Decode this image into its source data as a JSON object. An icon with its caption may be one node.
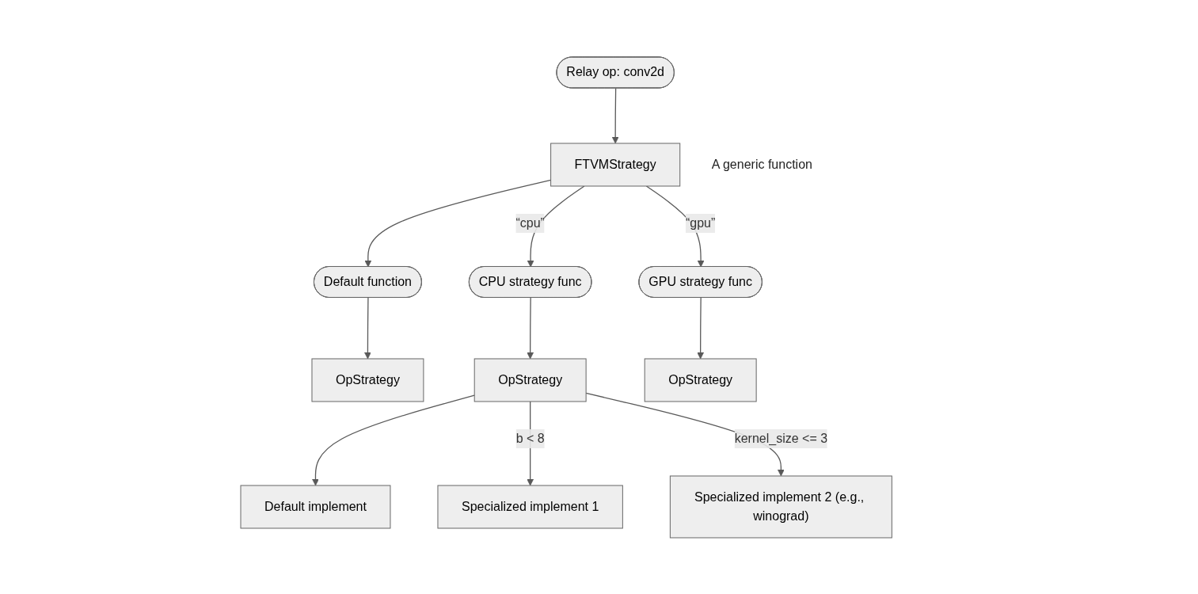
{
  "diagram": {
    "nodes": [
      {
        "text": [
          "Relay op: conv2d"
        ]
      },
      {
        "text": [
          "FTVMStrategy"
        ],
        "beside": [
          "A generic function"
        ]
      },
      {
        "text": [
          "Default function"
        ]
      },
      {
        "text": [
          "CPU strategy func"
        ]
      },
      {
        "text": [
          "GPU strategy func"
        ]
      },
      {
        "text": [
          "OpStrategy"
        ]
      },
      {
        "text": [
          "OpStrategy"
        ]
      },
      {
        "text": [
          "OpStrategy"
        ]
      },
      {
        "text": [
          "Default implement"
        ]
      },
      {
        "text": [
          "Specialized implement 1"
        ]
      },
      {
        "text": [
          "Specialized implement 2 (e.g., winograd)"
        ]
      }
    ],
    "edges": [
      {
        "from": 0,
        "to": 1,
        "arrow": "to"
      },
      {
        "from": 1,
        "to": 2,
        "arrow": "to"
      },
      {
        "from": 1,
        "to": 3,
        "label": "“cpu”",
        "arrow": "to"
      },
      {
        "from": 1,
        "to": 4,
        "label": "“gpu”",
        "arrow": "to"
      },
      {
        "from": 2,
        "to": 5,
        "arrow": "to"
      },
      {
        "from": 3,
        "to": 6,
        "arrow": "to"
      },
      {
        "from": 4,
        "to": 7,
        "arrow": "to"
      },
      {
        "from": 6,
        "to": 8,
        "arrow": "to"
      },
      {
        "from": 6,
        "to": 9,
        "label": "b < 8",
        "arrow": "to"
      },
      {
        "from": 6,
        "to": 10,
        "label": "kernel_size <= 3",
        "arrow": "to"
      }
    ]
  }
}
